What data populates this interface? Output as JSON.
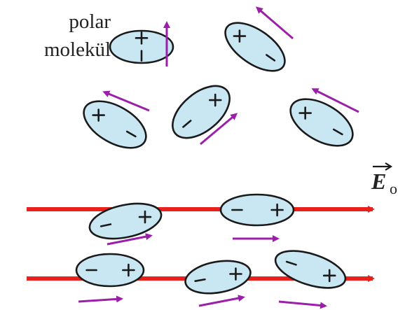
{
  "label": {
    "line1": "polar",
    "line2": "molekül"
  },
  "field": {
    "symbol": "E",
    "subscript": "o"
  },
  "colors": {
    "molecule_fill": "#c9e6f3",
    "outline": "#1a1a1a",
    "field_line": "#e8211d",
    "moment_arrow": "#9b1fa8"
  }
}
